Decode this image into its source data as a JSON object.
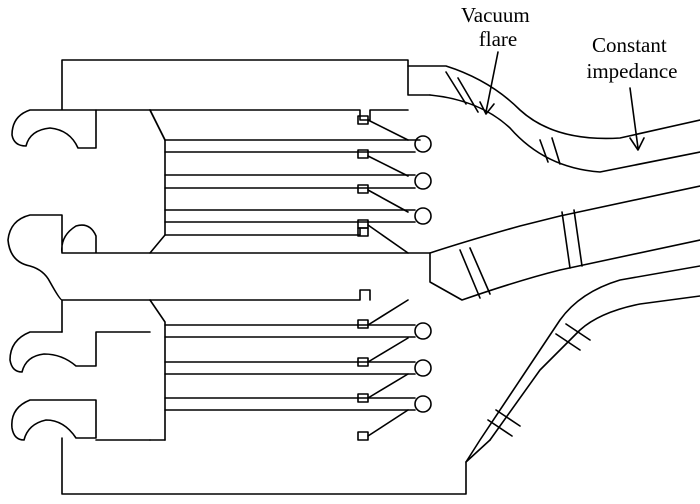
{
  "labels": {
    "vacuum_flare": [
      "Vacuum",
      "flare"
    ],
    "constant_impedance": [
      "Constant",
      "impedance"
    ]
  },
  "colors": {
    "line": "#000000",
    "background": "#ffffff"
  }
}
